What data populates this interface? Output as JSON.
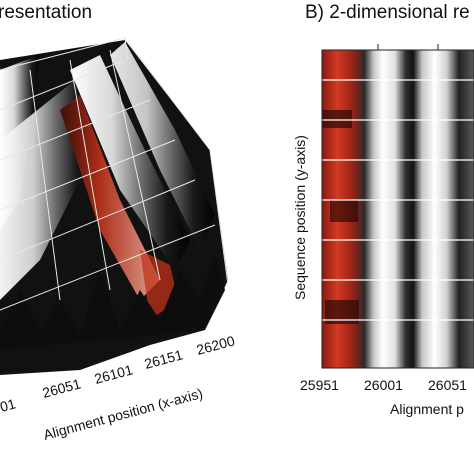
{
  "chart_data": [
    {
      "type": "surface",
      "title": "resentation",
      "xlabel": "Alignment position (x-axis)",
      "x_ticks": [
        "001",
        "26051",
        "26101",
        "26151",
        "26200"
      ],
      "colors": {
        "low": "#0a0a0a",
        "mid": "#c0321a",
        "high": "#ffffff"
      }
    },
    {
      "type": "heatmap",
      "title": "B) 2-dimensional re",
      "xlabel": "Alignment p",
      "ylabel": "Sequence position (y-axis)",
      "x_ticks": [
        "25951",
        "26001",
        "26051"
      ],
      "colors": {
        "low": "#0a0a0a",
        "mid": "#b8281a",
        "high": "#ffffff"
      }
    }
  ]
}
